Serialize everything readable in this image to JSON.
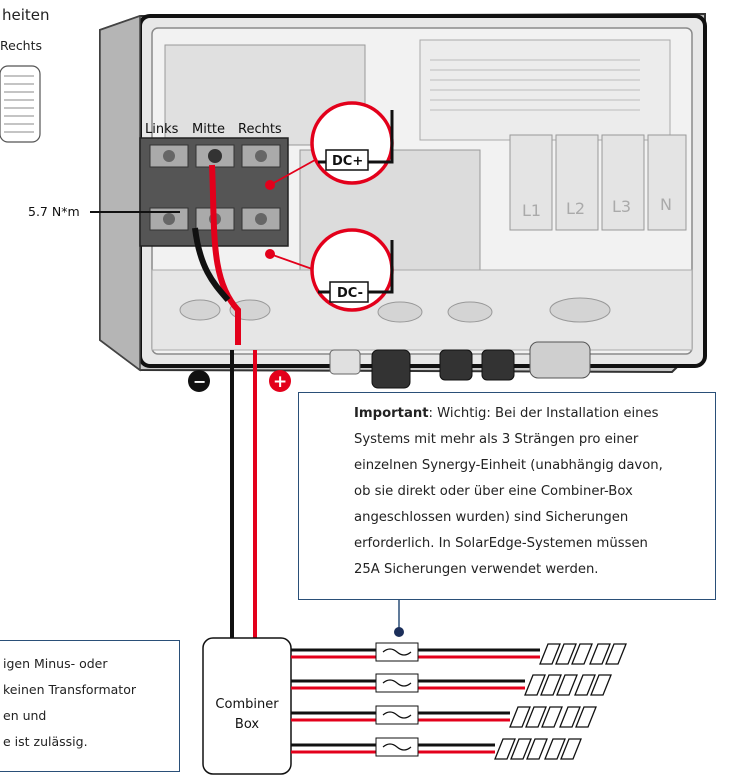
{
  "top_left": {
    "title_fragment": "heiten",
    "right_label_fragment": "Rechts"
  },
  "terminals": {
    "left": "Links",
    "middle": "Mitte",
    "right": "Rechts"
  },
  "torque": "5.7 N*m",
  "callouts": {
    "positive": "DC+",
    "negative": "DC-"
  },
  "phase_labels": [
    "L1",
    "L2",
    "L3",
    "N"
  ],
  "polarity": {
    "minus": "−",
    "plus": "+"
  },
  "important_note": {
    "prefix": "Important",
    "lines": [
      ": Wichtig: Bei der Installation eines",
      "Systems mit mehr als 3 Strängen pro einer",
      "einzelnen Synergy-Einheit (unabhängig davon,",
      "ob sie direkt oder über eine Combiner-Box",
      "angeschlossen wurden) sind Sicherungen",
      "erforderlich. In SolarEdge-Systemen müssen",
      "25A Sicherungen verwendet werden."
    ]
  },
  "left_note": {
    "lines": [
      "igen Minus- oder",
      "keinen Transformator",
      "en und",
      "e ist zulässig."
    ]
  },
  "combiner_box": {
    "line1": "Combiner",
    "line2": "Box"
  },
  "colors": {
    "wire_red": "#e3001b",
    "wire_black": "#111111",
    "note_border": "#2a4f78",
    "icon_red": "#e0342c"
  }
}
